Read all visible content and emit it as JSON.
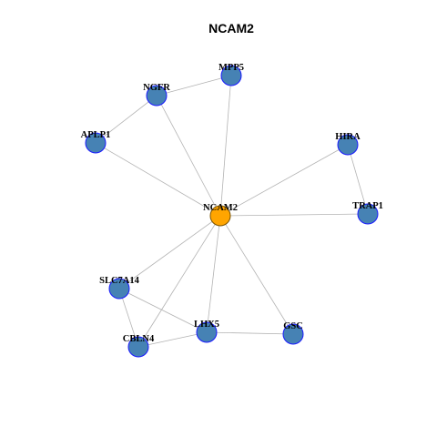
{
  "title": "NCAM2",
  "colors": {
    "center_fill": "#FFA500",
    "center_stroke": "#7a5200",
    "node_fill": "#4682B4",
    "node_stroke": "#1a1aff",
    "edge": "#b3b3b3"
  },
  "nodes": [
    {
      "id": "NCAM2",
      "label": "NCAM2",
      "center": true
    },
    {
      "id": "MPP5",
      "label": "MPP5"
    },
    {
      "id": "NGFR",
      "label": "NGFR"
    },
    {
      "id": "APLP1",
      "label": "APLP1"
    },
    {
      "id": "HIRA",
      "label": "HIRA"
    },
    {
      "id": "TRAP1",
      "label": "TRAP1"
    },
    {
      "id": "SLC7A14",
      "label": "SLC7A14"
    },
    {
      "id": "LHX5",
      "label": "LHX5"
    },
    {
      "id": "GSC",
      "label": "GSC"
    },
    {
      "id": "CBLN4",
      "label": "CBLN4"
    }
  ],
  "edges": [
    [
      "NCAM2",
      "MPP5"
    ],
    [
      "NCAM2",
      "NGFR"
    ],
    [
      "NCAM2",
      "APLP1"
    ],
    [
      "NCAM2",
      "HIRA"
    ],
    [
      "NCAM2",
      "TRAP1"
    ],
    [
      "NCAM2",
      "SLC7A14"
    ],
    [
      "NCAM2",
      "LHX5"
    ],
    [
      "NCAM2",
      "GSC"
    ],
    [
      "NCAM2",
      "CBLN4"
    ],
    [
      "NGFR",
      "MPP5"
    ],
    [
      "NGFR",
      "APLP1"
    ],
    [
      "HIRA",
      "TRAP1"
    ],
    [
      "SLC7A14",
      "LHX5"
    ],
    [
      "SLC7A14",
      "CBLN4"
    ],
    [
      "LHX5",
      "GSC"
    ],
    [
      "LHX5",
      "CBLN4"
    ]
  ]
}
